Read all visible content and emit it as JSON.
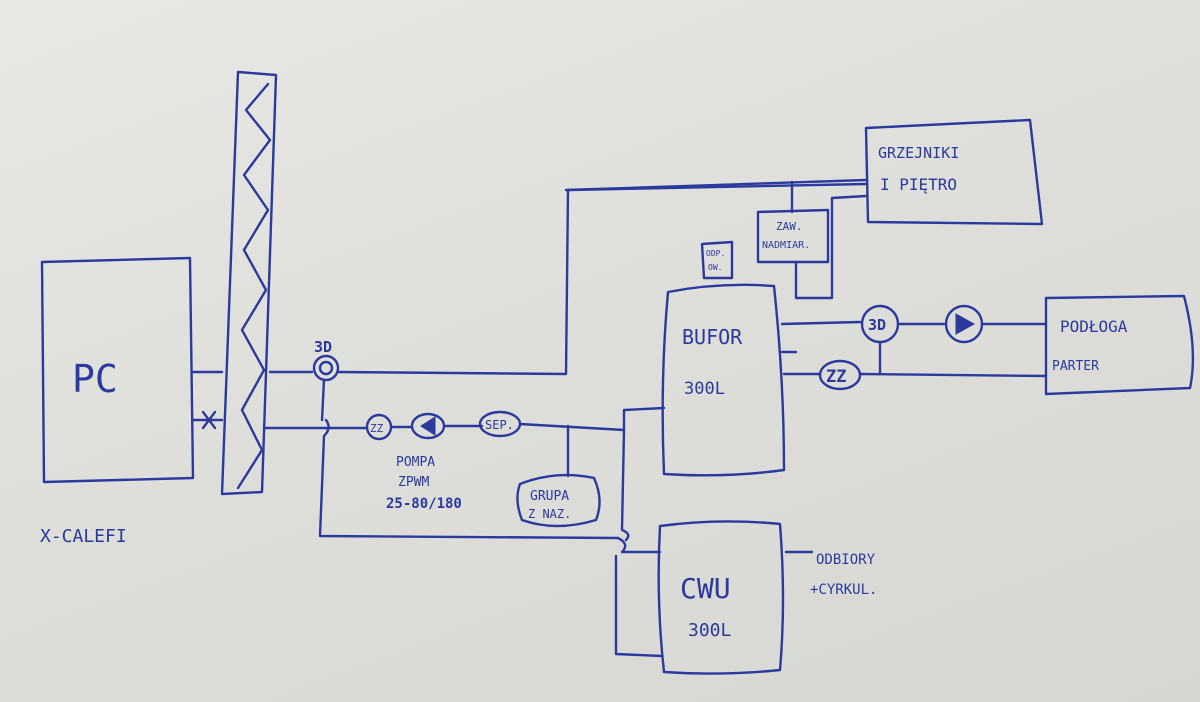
{
  "labels": {
    "pc": "PC",
    "x_calefi": "X-CALEFI",
    "d3_left": "3D",
    "zz_left": "ZZ",
    "pompa_line1": "POMPA",
    "pompa_line2": "ZPWM",
    "pompa_line3": "25-80/180",
    "sep": "SEP.",
    "grupa_line1": "GRUPA",
    "grupa_line2": "Z NAZ.",
    "odp_line1": "ODP.",
    "odp_line2": "OW.",
    "bufor_line1": "BUFOR",
    "bufor_line2": "300L",
    "zaw_line1": "ZAW.",
    "zaw_line2": "NADMIAR.",
    "grzejniki_line1": "GRZEJNIKI",
    "grzejniki_line2": "I PIĘTRO",
    "d3_right": "3D",
    "zz_right": "ZZ",
    "podloga_line1": "PODŁOGA",
    "podloga_line2": "PARTER",
    "cwu_line1": "CWU",
    "cwu_line2": "300L",
    "odbiory_line1": "ODBIORY",
    "odbiory_line2": "+CYRKUL."
  }
}
